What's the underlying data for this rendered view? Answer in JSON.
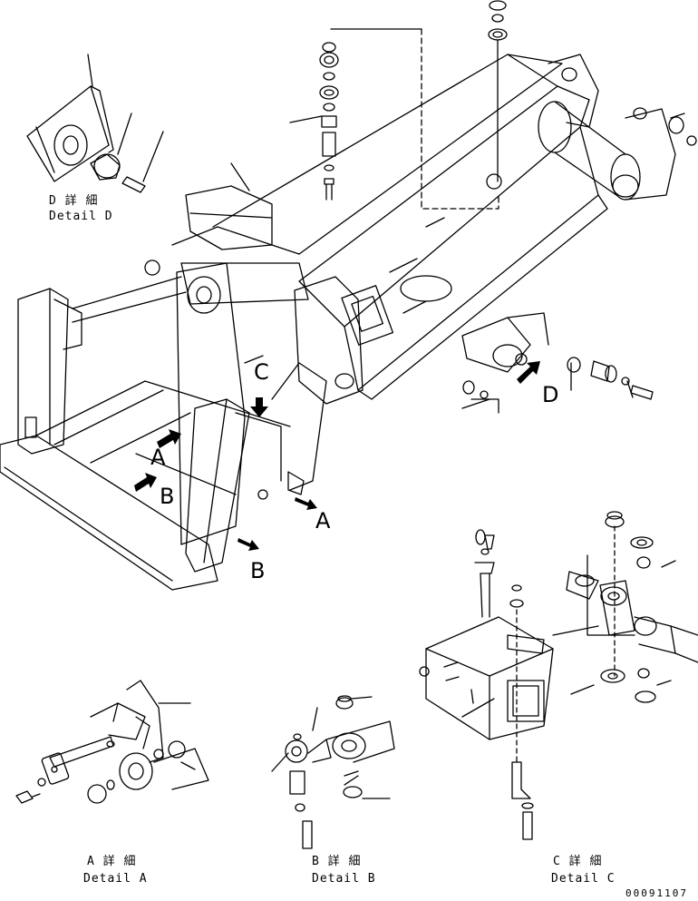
{
  "details": {
    "d": {
      "jp": "D 詳 細",
      "en": "Detail D"
    },
    "a": {
      "jp": "A 詳 細",
      "en": "Detail A"
    },
    "b": {
      "jp": "B 詳 細",
      "en": "Detail B"
    },
    "c": {
      "jp": "C 詳 細",
      "en": "Detail C"
    }
  },
  "view_arrows": {
    "a1": "A",
    "a2": "A",
    "b1": "B",
    "b2": "B",
    "c": "C",
    "d": "D"
  },
  "drawing_code": "00091107"
}
